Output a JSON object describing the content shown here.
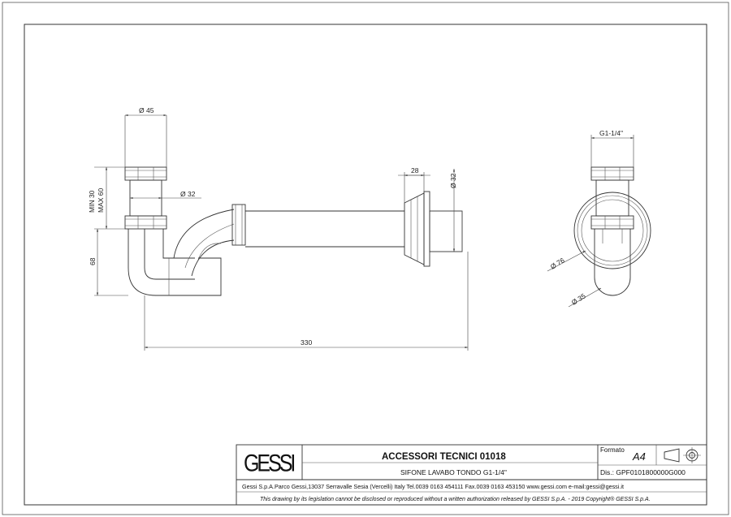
{
  "drawing": {
    "dimensions": {
      "d45": "Ø 45",
      "d32_stem": "Ø 32",
      "min_max_1": "MIN 30",
      "min_max_2": "MAX 60",
      "h68": "68",
      "w28": "28",
      "d32_pipe": "Ø 32",
      "l330": "330",
      "thread": "G1-1/4\"",
      "d76": "Ø 76",
      "d35": "Ø 35"
    }
  },
  "title_block": {
    "logo": "GESSI",
    "title": "ACCESSORI TECNICI 01018",
    "subtitle": "SIFONE LAVABO TONDO G1-1/4\"",
    "formato_label": "Formato",
    "formato_value": "A4",
    "dis": "Dis.: GPF0101800000G000",
    "company": "Gessi S.p.A.Parco Gessi,13037 Serravalle Sesia (Vercelli) Italy Tel.0039 0163 454111 Fax.0039 0163 453150 www.gessi.com e-mail:gessi@gessi.it",
    "legal": "This drawing by its legislation cannot be disclosed or reproduced without a written authorization released by GESSI S.p.A. - 2019 Copyright® GESSI S.p.A."
  }
}
